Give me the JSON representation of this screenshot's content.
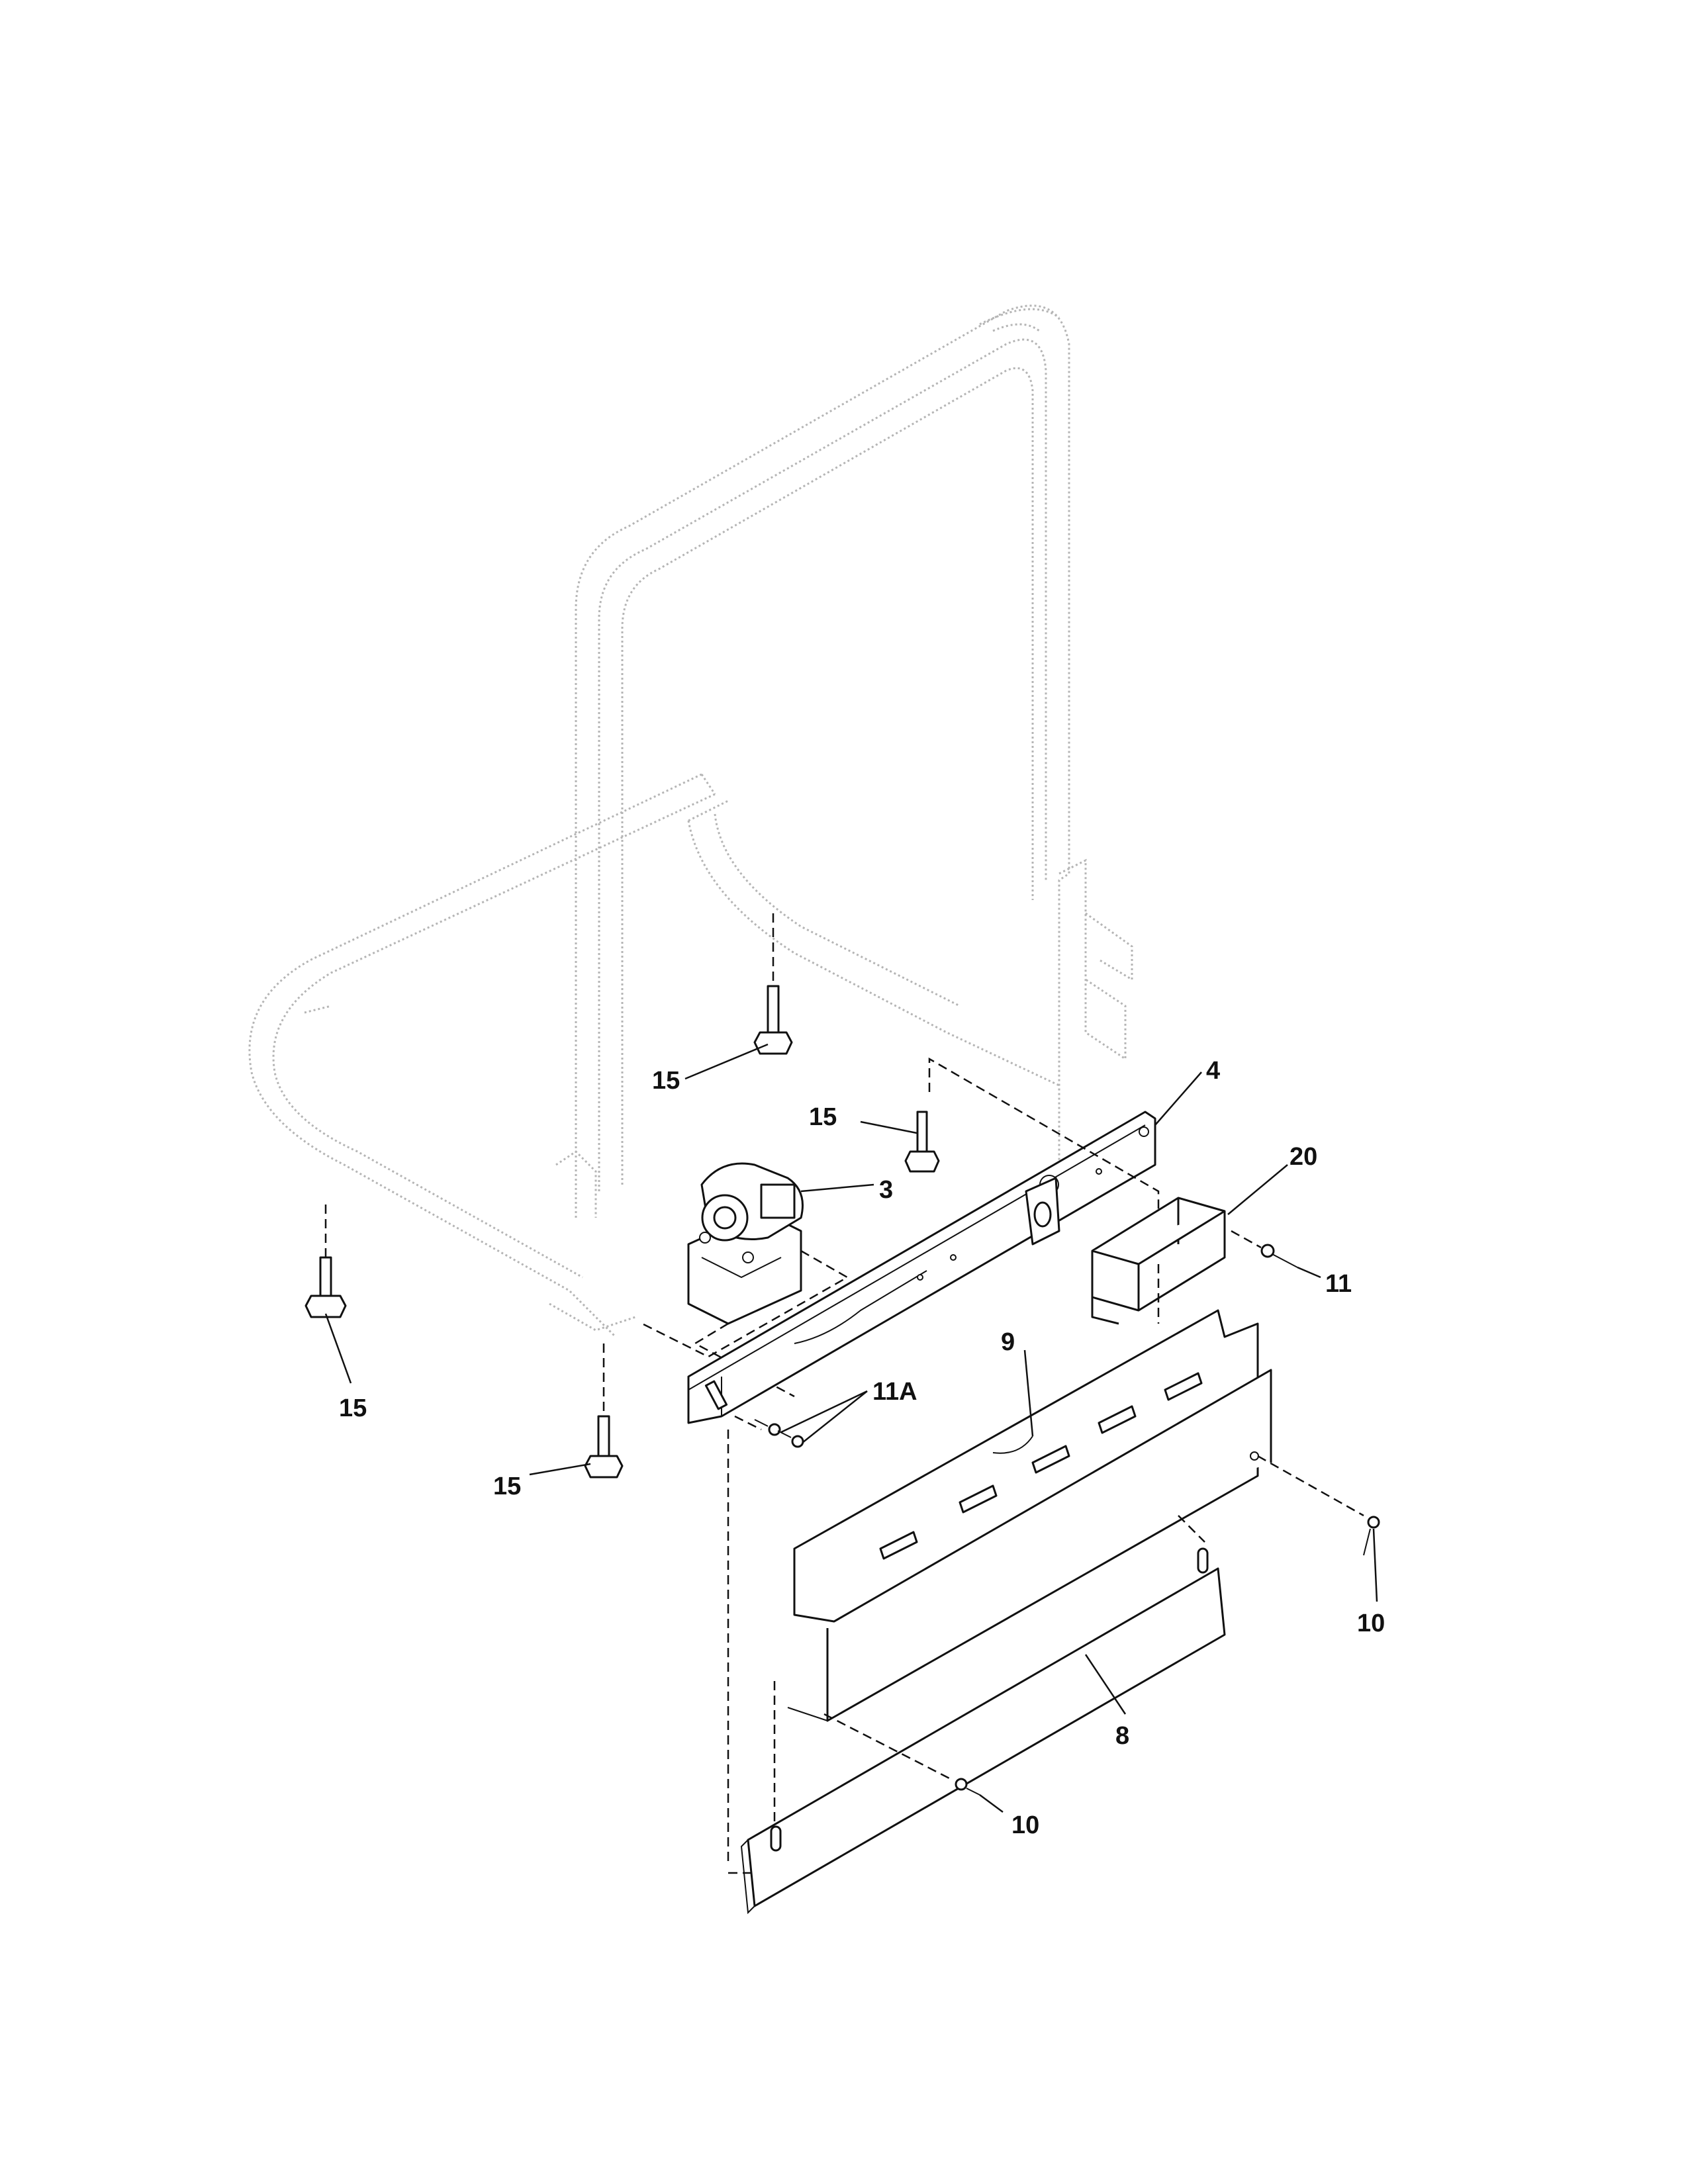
{
  "callouts": {
    "c15_upper_left": "15",
    "c15_upper_mid": "15",
    "c15_lower_left": "15",
    "c15_lower_mid": "15",
    "c4": "4",
    "c3": "3",
    "c20": "20",
    "c11": "11",
    "c11a": "11A",
    "c9": "9",
    "c10_right": "10",
    "c10_bottom": "10",
    "c8": "8"
  },
  "colors": {
    "ghost_outline": "#b5b5b5",
    "part_outline": "#111111",
    "background": "#ffffff"
  }
}
